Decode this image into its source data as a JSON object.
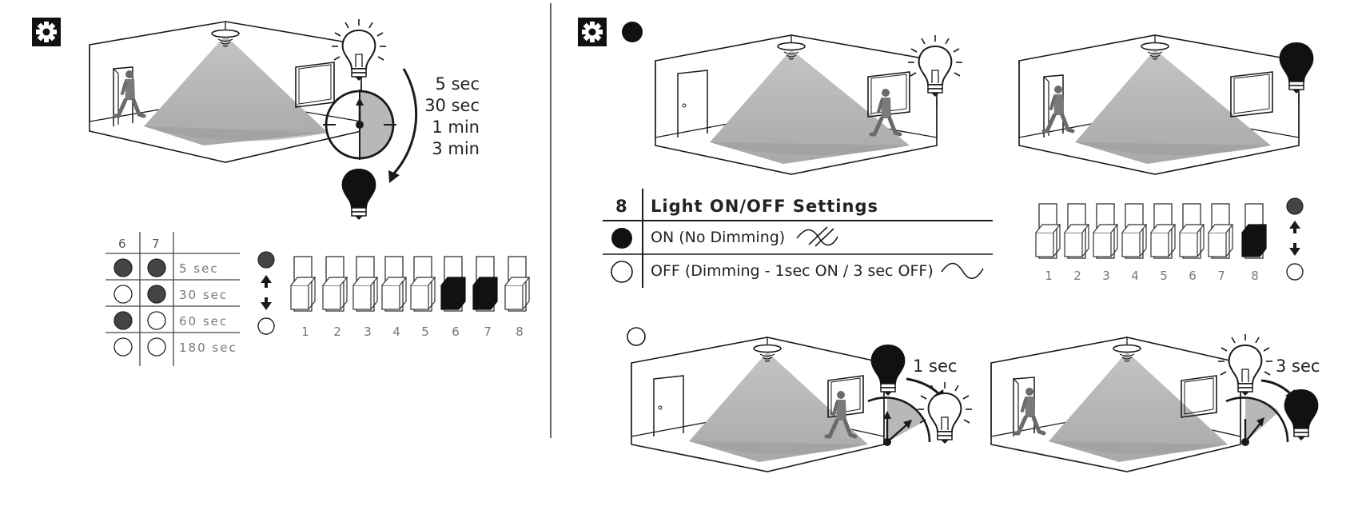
{
  "colors": {
    "ink": "#1a1a1a",
    "shade": "#b4b4b4",
    "line": "#333333"
  },
  "icons": [
    "gear-icon",
    "bulb-on-icon",
    "bulb-off-icon",
    "timer-dial-icon",
    "filled-dot-icon",
    "empty-dot-icon",
    "motion-sensor-icon",
    "walking-person-icon"
  ],
  "left_panel": {
    "time_labels": [
      "5 sec",
      "30 sec",
      "1 min",
      "3 min"
    ],
    "table": {
      "headers": [
        "6",
        "7"
      ],
      "rows": [
        {
          "s6": "on",
          "s7": "on",
          "label": "5 sec"
        },
        {
          "s6": "off",
          "s7": "on",
          "label": "30 sec"
        },
        {
          "s6": "on",
          "s7": "off",
          "label": "60 sec"
        },
        {
          "s6": "off",
          "s7": "off",
          "label": "180 sec"
        }
      ]
    },
    "switch_numbers": [
      "1",
      "2",
      "3",
      "4",
      "5",
      "6",
      "7",
      "8"
    ],
    "switches_on": [
      6,
      7
    ]
  },
  "right_panel": {
    "settings_table": {
      "number": "8",
      "title": "Light ON/OFF Settings",
      "rows": [
        {
          "state": "on",
          "text": "ON (No Dimming)"
        },
        {
          "state": "off",
          "text": "OFF (Dimming - 1sec ON / 3 sec OFF)"
        }
      ]
    },
    "switch_numbers": [
      "1",
      "2",
      "3",
      "4",
      "5",
      "6",
      "7",
      "8"
    ],
    "switches_on": [
      8
    ],
    "step_labels": [
      "1 sec",
      "3 sec"
    ]
  }
}
